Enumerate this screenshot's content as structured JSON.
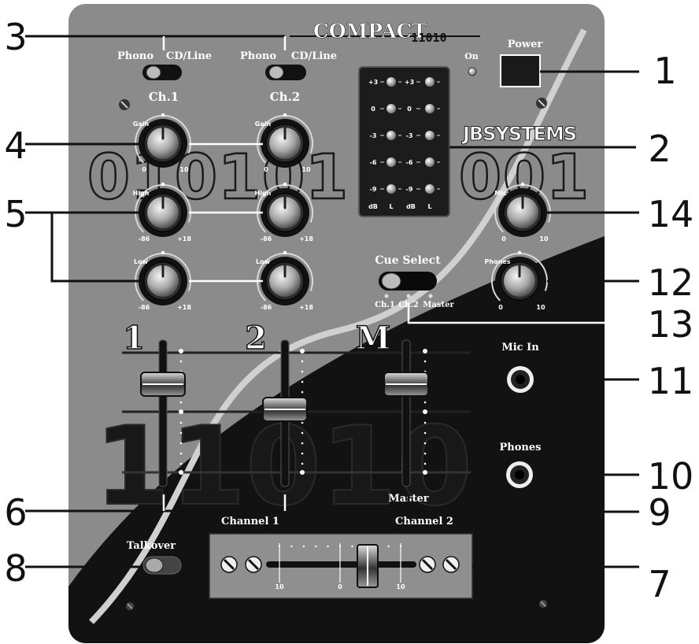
{
  "panel": {
    "model_label": "COMPACT",
    "model_number": "11010",
    "brand": "JBSYSTEMS",
    "deco_top_digits": [
      "0",
      "1",
      "0",
      "1",
      "0",
      "1",
      "0",
      "0",
      "1"
    ],
    "deco_bottom": "11010"
  },
  "callouts": [
    "1",
    "2",
    "3",
    "4",
    "5",
    "6",
    "7",
    "8",
    "9",
    "10",
    "11",
    "12",
    "13",
    "14"
  ],
  "input_switches": [
    {
      "left": "Phono",
      "right": "CD/Line"
    },
    {
      "left": "Phono",
      "right": "CD/Line"
    }
  ],
  "channels": [
    {
      "name": "Ch.1",
      "gain": "Gain",
      "gain_min": "0",
      "gain_max": "10",
      "high": "High",
      "low": "Low",
      "eq_min": "-86",
      "eq_max": "+18"
    },
    {
      "name": "Ch.2",
      "gain": "Gain",
      "gain_min": "0",
      "gain_max": "10",
      "high": "High",
      "low": "Low",
      "eq_min": "-86",
      "eq_max": "+18"
    }
  ],
  "power": {
    "label": "Power",
    "led_label": "On"
  },
  "vu_meter": {
    "scale": [
      "+3",
      "0",
      "-3",
      "-6",
      "-9"
    ],
    "footer": [
      "dB",
      "L",
      "dB",
      "L"
    ]
  },
  "mic": {
    "label": "Mic",
    "min": "0",
    "max": "10"
  },
  "phones_knob": {
    "label": "Phones",
    "min": "0",
    "max": "10"
  },
  "cue_select": {
    "label": "Cue Select",
    "options": [
      "Ch.1",
      "Ch.2",
      "Master"
    ]
  },
  "faders": {
    "labels": [
      "1",
      "2",
      "M"
    ],
    "captions": [
      "Channel 1",
      "Channel 2",
      "Master"
    ]
  },
  "jacks": {
    "mic_in": "Mic In",
    "phones": "Phones"
  },
  "talkover": {
    "label": "Talkover"
  },
  "crossfader": {
    "scale": [
      "10",
      "0",
      "10"
    ]
  }
}
